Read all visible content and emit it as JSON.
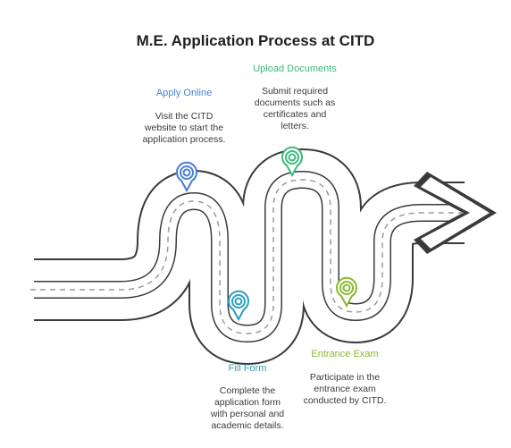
{
  "title": "M.E. Application Process at CITD",
  "steps": [
    {
      "title": "Apply Online",
      "lines": [
        "Visit the CITD",
        "website to start the",
        "application process."
      ],
      "color": "#4a7fd0"
    },
    {
      "title": "Upload Documents",
      "lines": [
        "Submit required",
        "documents such as",
        "certificates and",
        "letters."
      ],
      "color": "#3dba7c"
    },
    {
      "title": "Fill Form",
      "lines": [
        "Complete the",
        "application form",
        "with personal and",
        "academic details."
      ],
      "color": "#2a9fc1"
    },
    {
      "title": "Entrance Exam",
      "lines": [
        "Participate in the",
        "entrance exam",
        "conducted by CITD."
      ],
      "color": "#8cb833"
    }
  ],
  "colors": {
    "road_outline": "#3a3a3a",
    "road_fill": "#ffffff",
    "dash": "#9a9a9a",
    "title": "#1f1f1f"
  },
  "icons": {
    "marker": "location-pin-icon",
    "arrow": "arrow-head-icon"
  }
}
